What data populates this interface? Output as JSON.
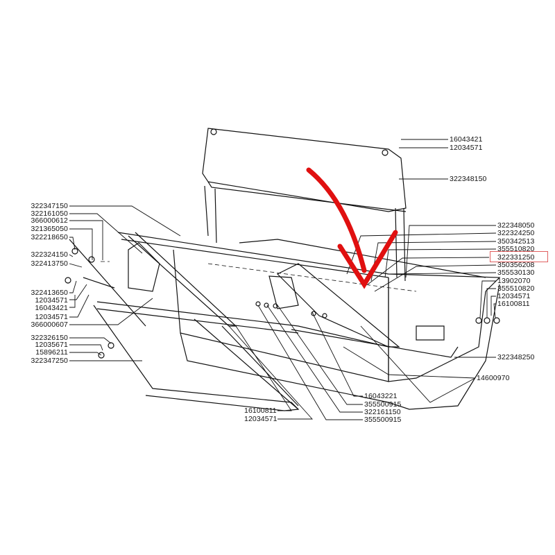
{
  "left_labels": [
    "322347150",
    "322161050",
    "366000612",
    "321365050",
    "322218650",
    "322324150",
    "322413750",
    "322413650",
    "12034571",
    "16043421",
    "12034571",
    "366000607",
    "322326150",
    "12035671",
    "15896211",
    "322347250"
  ],
  "right_labels": {
    "top": [
      "16043421",
      "12034571",
      "322348150"
    ],
    "middle": [
      "322348050",
      "322324250",
      "350342513",
      "355510820",
      "322331250",
      "350356208",
      "355530130",
      "13902070",
      "355510820",
      "12034571",
      "16100811"
    ],
    "lower": [
      "322348250",
      "14600970"
    ]
  },
  "bottom_labels": {
    "left": [
      "16100811",
      "12034571"
    ],
    "right": [
      "16043221",
      "355500915",
      "322161150",
      "355500915"
    ]
  },
  "highlighted_part": "322331250",
  "colors": {
    "highlight_box": "#e06060",
    "arrow": "#e01010",
    "line": "#111111"
  }
}
